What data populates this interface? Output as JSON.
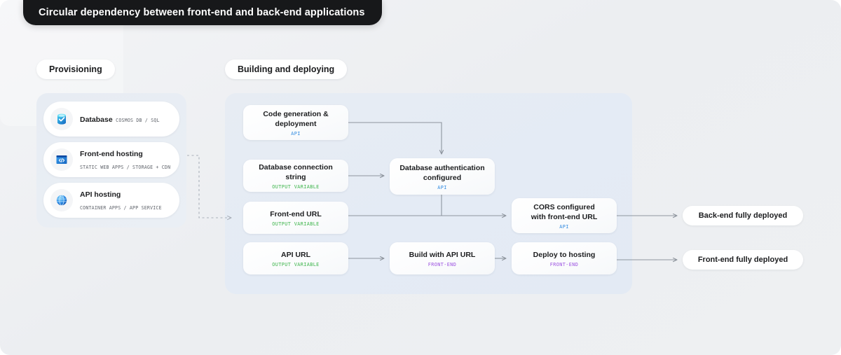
{
  "title": "Circular dependency between front-end and back-end applications",
  "sections": {
    "provisioning": {
      "label": "Provisioning"
    },
    "building": {
      "label": "Building and deploying"
    }
  },
  "provisioning_items": [
    {
      "icon": "database-icon",
      "title": "Database",
      "sub": "COSMOS DB / SQL"
    },
    {
      "icon": "code-window-icon",
      "title": "Front-end hosting",
      "sub": "STATIC WEB APPS / STORAGE + CDN"
    },
    {
      "icon": "globe-icon",
      "title": "API hosting",
      "sub": "CONTAINER APPS / APP SERVICE"
    }
  ],
  "flow_cards": [
    {
      "id": "codegen",
      "title": "Code generation &\ndeployment",
      "tag": "API",
      "tag_kind": "api"
    },
    {
      "id": "dbconn",
      "title": "Database connection string",
      "tag": "OUTPUT VARIABLE",
      "tag_kind": "output"
    },
    {
      "id": "feurl",
      "title": "Front-end URL",
      "tag": "OUTPUT VARIABLE",
      "tag_kind": "output"
    },
    {
      "id": "apiurl",
      "title": "API URL",
      "tag": "OUTPUT VARIABLE",
      "tag_kind": "output"
    },
    {
      "id": "dbauth",
      "title": "Database authentication\nconfigured",
      "tag": "API",
      "tag_kind": "api"
    },
    {
      "id": "buildapi",
      "title": "Build with API URL",
      "tag": "FRONT-END",
      "tag_kind": "frontend"
    },
    {
      "id": "cors",
      "title": "CORS configured\nwith front-end URL",
      "tag": "API",
      "tag_kind": "api"
    },
    {
      "id": "deploy",
      "title": "Deploy to hosting",
      "tag": "FRONT-END",
      "tag_kind": "frontend"
    }
  ],
  "results": [
    {
      "id": "backend",
      "label": "Back-end fully deployed"
    },
    {
      "id": "frontend",
      "label": "Front-end fully deployed"
    }
  ],
  "colors": {
    "title_bar": "#17181a",
    "panel": "#e5ebf4",
    "background": "#eef0f2",
    "tag_api": "#2f8ae0",
    "tag_output": "#3cb44a",
    "tag_frontend": "#9b51e0",
    "connector": "#8e959e"
  }
}
